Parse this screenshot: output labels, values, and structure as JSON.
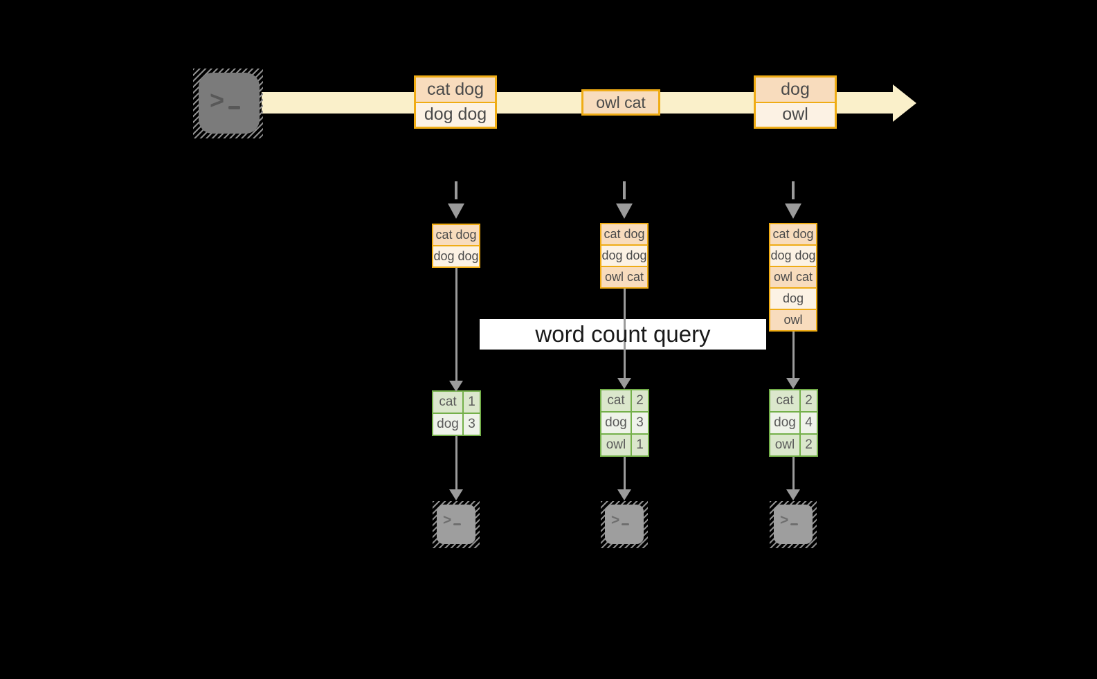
{
  "stream": {
    "source_icon": "terminal-icon",
    "events": [
      {
        "lines": [
          "cat dog",
          "dog dog"
        ]
      },
      {
        "lines": [
          "owl cat"
        ]
      },
      {
        "lines": [
          "dog",
          "owl"
        ]
      }
    ]
  },
  "query": {
    "label": "word count query"
  },
  "columns": [
    {
      "state": [
        "cat dog",
        "dog dog"
      ],
      "counts": [
        [
          "cat",
          "1"
        ],
        [
          "dog",
          "3"
        ]
      ],
      "sink_icon": "terminal-icon"
    },
    {
      "state": [
        "cat dog",
        "dog dog",
        "owl cat"
      ],
      "counts": [
        [
          "cat",
          "2"
        ],
        [
          "dog",
          "3"
        ],
        [
          "owl",
          "1"
        ]
      ],
      "sink_icon": "terminal-icon"
    },
    {
      "state": [
        "cat dog",
        "dog dog",
        "owl cat",
        "dog",
        "owl"
      ],
      "counts": [
        [
          "cat",
          "2"
        ],
        [
          "dog",
          "4"
        ],
        [
          "owl",
          "2"
        ]
      ],
      "sink_icon": "terminal-icon"
    }
  ],
  "colors": {
    "background": "#000000",
    "stream_band": "#FAF0CA",
    "event_border": "#EFAC15",
    "event_fill_dark": "#F8DCBD",
    "event_fill_light": "#FCF2E4",
    "table_border": "#74B04A",
    "table_fill_dark": "#DBE7CC",
    "table_fill_light": "#EFF3EA",
    "arrow_gray": "#9B9B9B",
    "terminal_fill_source": "#7B7B7B",
    "terminal_fill_sink": "#9E9E9E",
    "label_background": "#FFFFFF",
    "label_text": "#1A1A1A"
  }
}
